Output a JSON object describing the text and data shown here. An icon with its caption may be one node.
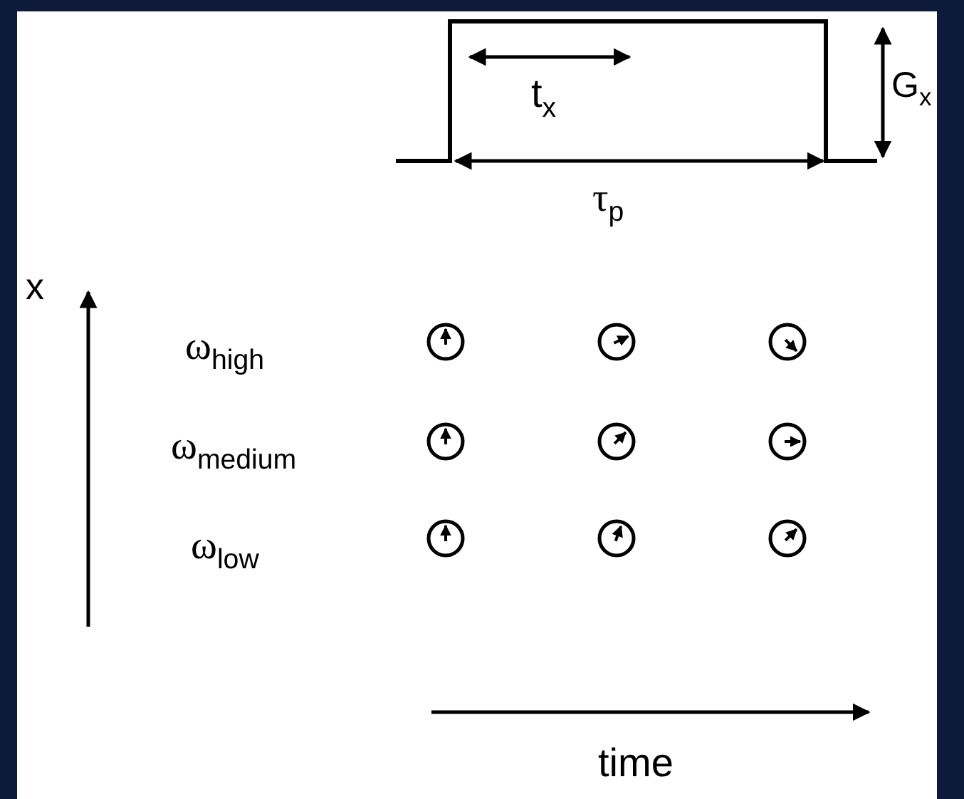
{
  "diagram": {
    "labels": [
      "t$_{x}$",
      "G$_{x}$",
      "τ$_{p}$",
      "x",
      "ω$_{high}$",
      "ω$_{medium}$",
      "ω$_{low}$",
      "time"
    ]
  }
}
